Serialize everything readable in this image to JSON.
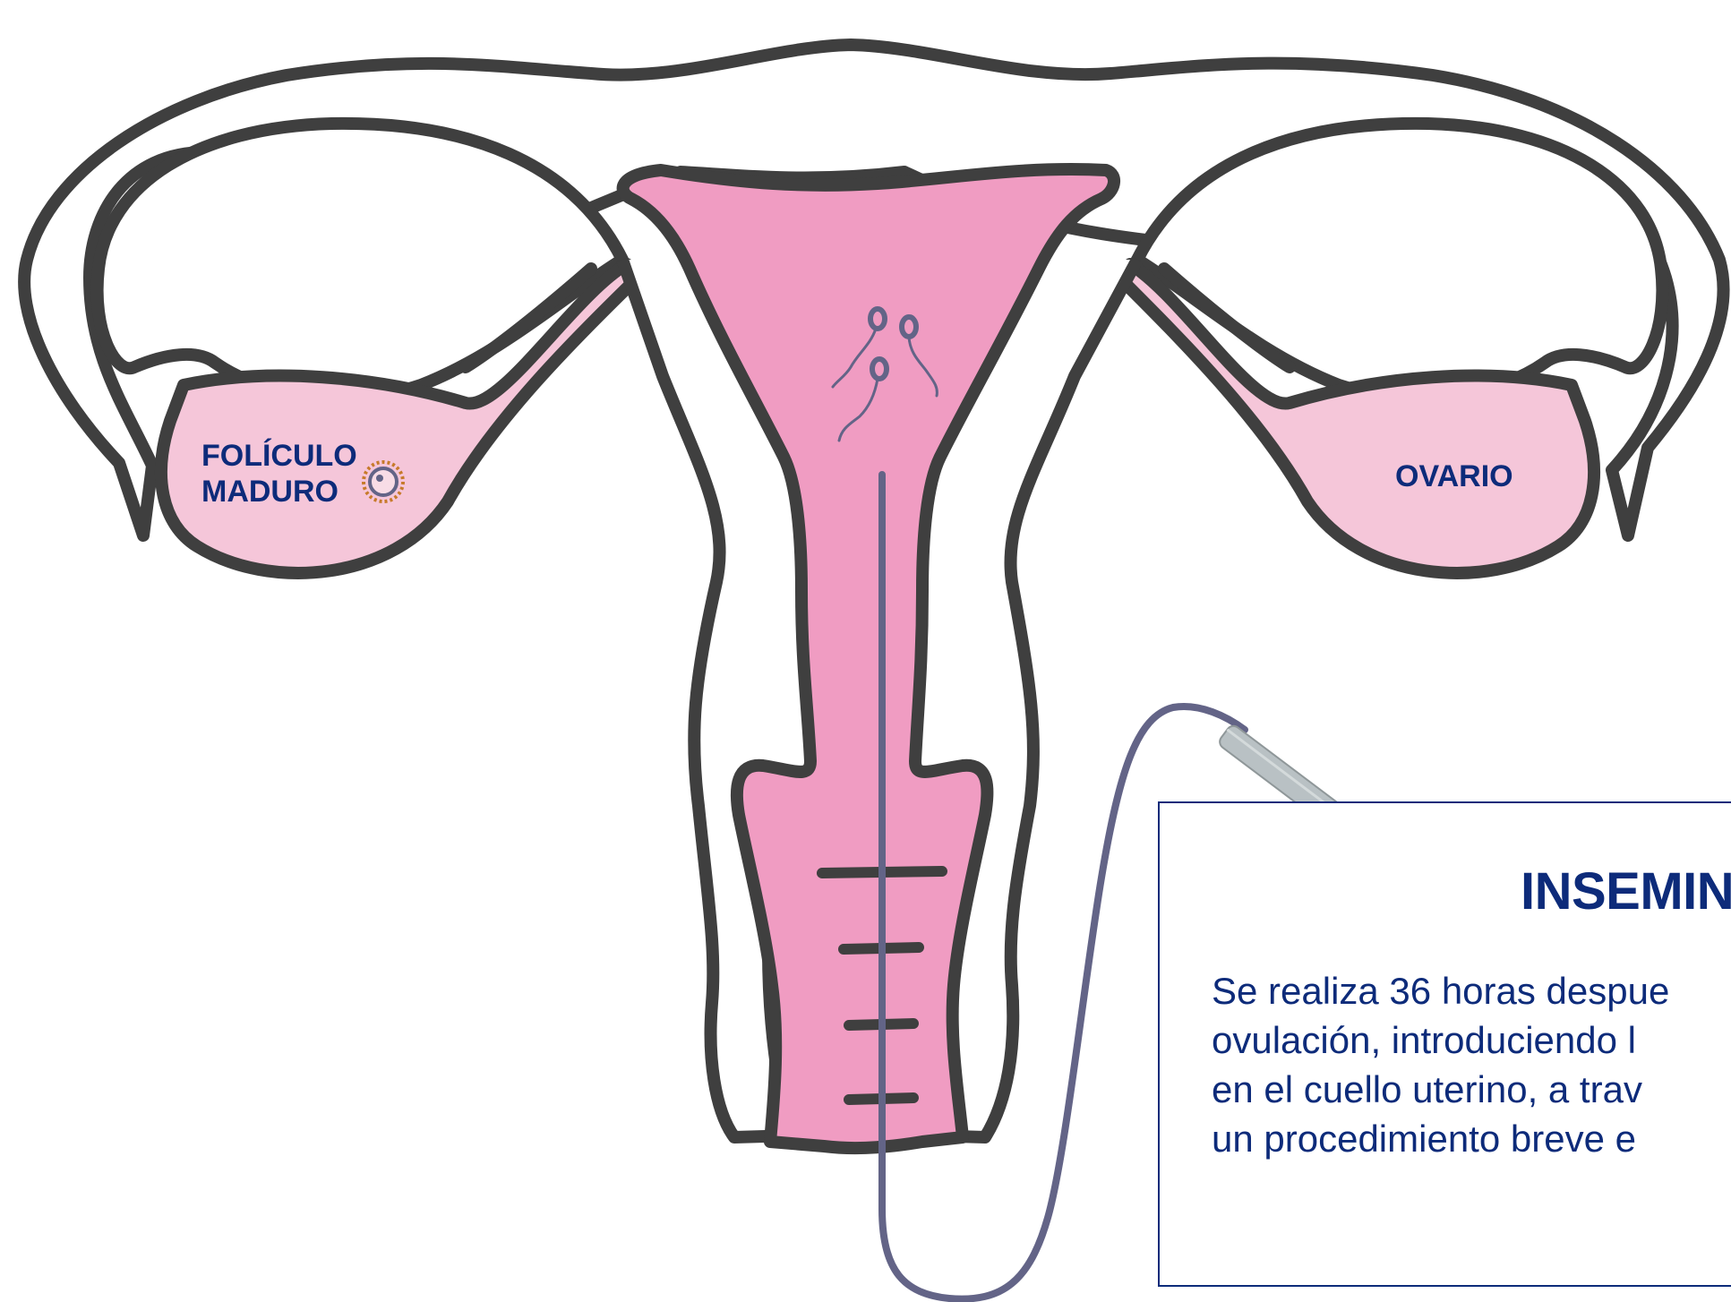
{
  "labels": {
    "follicle_line1": "FOLÍCULO",
    "follicle_line2": "MADURO",
    "ovary": "OVARIO"
  },
  "info": {
    "title": "INSEMIN",
    "lines": [
      "Se realiza 36 horas despue",
      "ovulación, introduciendo l",
      "en el cuello uterino, a trav",
      "un procedimiento breve e"
    ]
  },
  "colors": {
    "outline": "#3f3f3f",
    "uterus_pink": "#f09cc2",
    "light_pink": "#f5c6d9",
    "text_blue": "#0d2b7a",
    "catheter": "#636487",
    "syringe": "#b9c1c4"
  },
  "icons": {
    "sperm": "sperm-icon",
    "egg": "egg-cell-icon",
    "syringe": "syringe-icon"
  }
}
